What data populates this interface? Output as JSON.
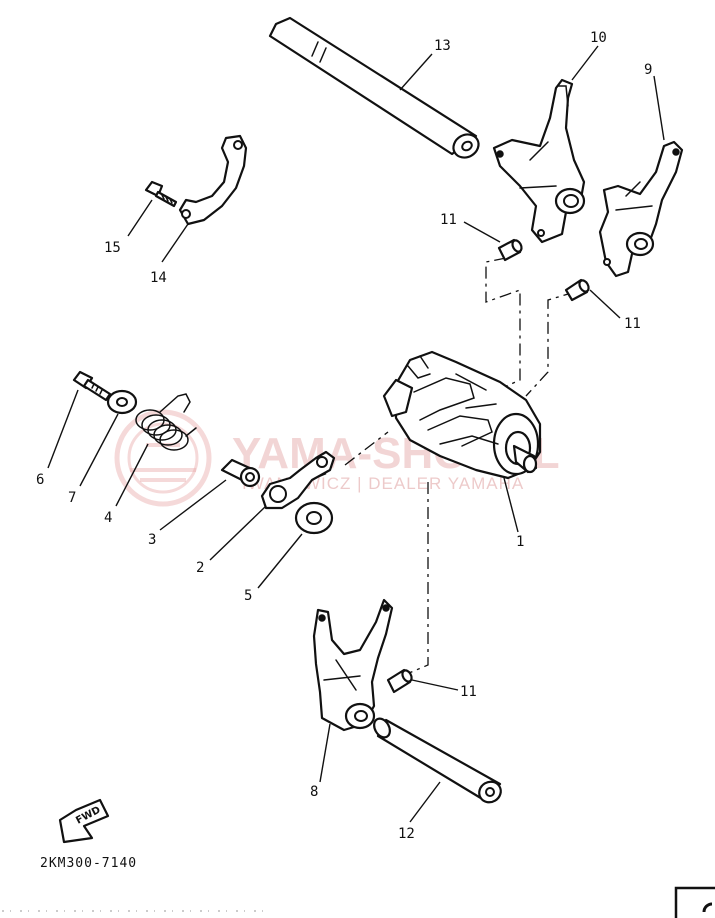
{
  "diagram": {
    "callouts": [
      {
        "id": "1",
        "label": "1"
      },
      {
        "id": "2",
        "label": "2"
      },
      {
        "id": "3",
        "label": "3"
      },
      {
        "id": "4",
        "label": "4"
      },
      {
        "id": "5",
        "label": "5"
      },
      {
        "id": "6",
        "label": "6"
      },
      {
        "id": "7",
        "label": "7"
      },
      {
        "id": "8",
        "label": "8"
      },
      {
        "id": "9",
        "label": "9"
      },
      {
        "id": "10",
        "label": "10"
      },
      {
        "id": "11a",
        "label": "11"
      },
      {
        "id": "11b",
        "label": "11"
      },
      {
        "id": "11c",
        "label": "11"
      },
      {
        "id": "12",
        "label": "12"
      },
      {
        "id": "13",
        "label": "13"
      },
      {
        "id": "14",
        "label": "14"
      },
      {
        "id": "15",
        "label": "15"
      }
    ],
    "diagram_code": "2KM300-7140",
    "fwd_label": "FWD"
  },
  "watermark": {
    "main": "YAMA-SHOP.PL",
    "sub": "IWANOWICZ | DEALER YAMAHA"
  }
}
